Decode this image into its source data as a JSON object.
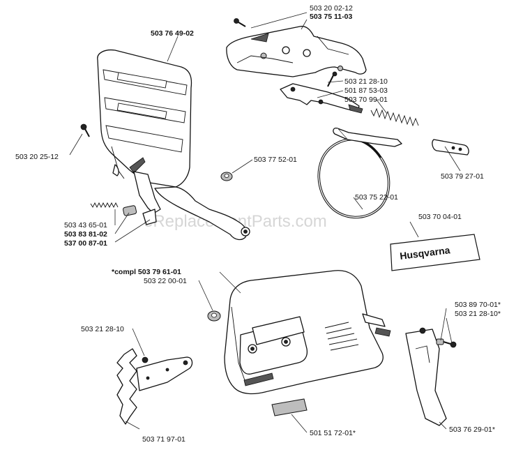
{
  "watermark": "eReplacementParts.com",
  "logo_text": "Husqvarna",
  "part_labels": {
    "p01": "503 20 02-12",
    "p02": "503 75 11-03",
    "p03": "503 76 49-02",
    "p04": "503 21 28-10",
    "p05": "501 87 53-03",
    "p06": "503 70 99-01",
    "p07": "503 20 25-12",
    "p08": "503 77 52-01",
    "p09": "503 79 27-01",
    "p10": "503 75 22-01",
    "p11": "503 70 04-01",
    "p12": "503 43 65-01",
    "p13": "503 83 81-02",
    "p14": "537 00 87-01",
    "p15": "*compl 503 79 61-01",
    "p16": "503 22 00-01",
    "p17": "503 89 70-01*",
    "p18": "503 21 28-10*",
    "p19": "503 21 28-10",
    "p20": "503 71 97-01",
    "p21": "501 51 72-01*",
    "p22": "503 76 29-01*"
  }
}
